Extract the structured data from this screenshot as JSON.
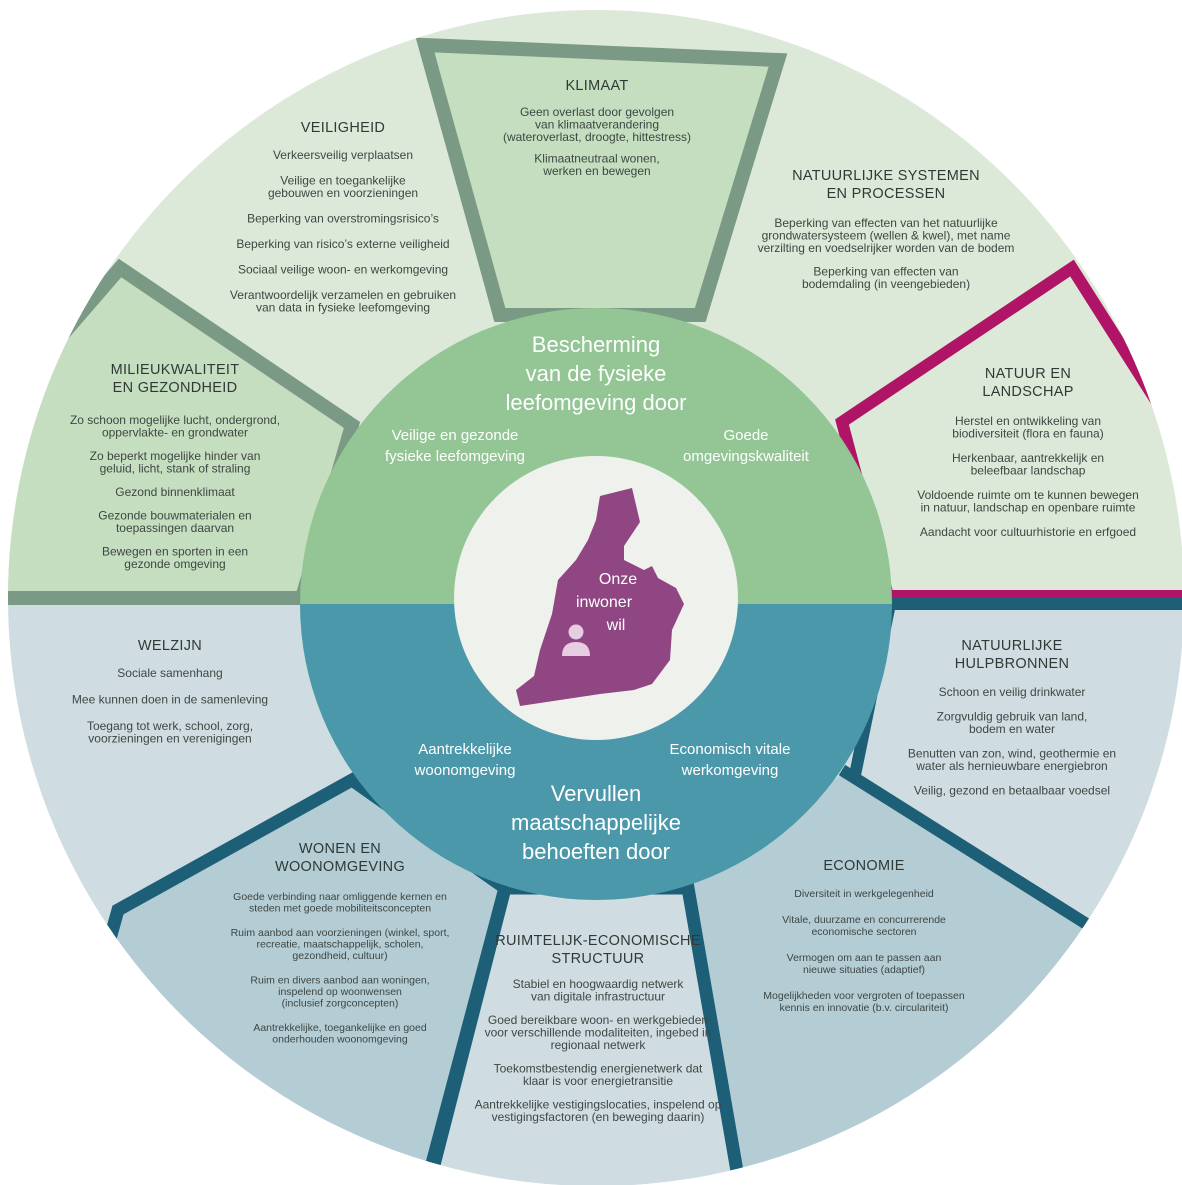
{
  "colors": {
    "green_light": "#dde9d8",
    "green_mid": "#c4dcbd",
    "green_border": "#7a9a85",
    "green_inner": "#93c595",
    "blue_light": "#cfdde2",
    "blue_mid": "#b2cbd3",
    "blue_border": "#1c5f76",
    "blue_inner": "#4a98aa",
    "magenta_border": "#b01467",
    "purple_map": "#8f4683",
    "core_bg": "#eef1ec"
  },
  "center": {
    "text": [
      "Onze",
      "inwoner",
      "wil"
    ],
    "icon": "person-icon"
  },
  "top_ring": {
    "title": [
      "Bescherming",
      "van de fysieke",
      "leefomgeving door"
    ],
    "left": [
      "Veilige en gezonde",
      "fysieke leefomgeving"
    ],
    "right": [
      "Goede",
      "omgevingskwaliteit"
    ]
  },
  "bottom_ring": {
    "title": [
      "Vervullen",
      "maatschappelijke",
      "behoeften door"
    ],
    "left": [
      "Aantrekkelijke",
      "woonomgeving"
    ],
    "right": [
      "Economisch vitale",
      "werkomgeving"
    ]
  },
  "segments": {
    "klimaat": {
      "title": [
        "KLIMAAT"
      ],
      "items": [
        [
          "Geen overlast door gevolgen",
          "van klimaatverandering",
          "(wateroverlast, droogte, hittestress)"
        ],
        [
          "Klimaatneutraal wonen,",
          "werken en bewegen"
        ]
      ]
    },
    "natuurlijke_systemen": {
      "title": [
        "NATUURLIJKE SYSTEMEN",
        "EN PROCESSEN"
      ],
      "items": [
        [
          "Beperking van effecten van het natuurlijke",
          "grondwatersysteem (wellen & kwel), met name",
          "verzilting en voedselrijker worden van de bodem"
        ],
        [
          "Beperking van effecten van",
          "bodemdaling (in veengebieden)"
        ]
      ]
    },
    "natuur_landschap": {
      "title": [
        "NATUUR EN",
        "LANDSCHAP"
      ],
      "items": [
        [
          "Herstel en ontwikkeling van",
          "biodiversiteit (flora en fauna)"
        ],
        [
          "Herkenbaar, aantrekkelijk en",
          "beleefbaar landschap"
        ],
        [
          "Voldoende ruimte om te kunnen bewegen",
          "in natuur, landschap en openbare ruimte"
        ],
        [
          "Aandacht voor cultuurhistorie en erfgoed"
        ]
      ]
    },
    "natuurlijke_hulpbronnen": {
      "title": [
        "NATUURLIJKE",
        "HULPBRONNEN"
      ],
      "items": [
        [
          "Schoon en veilig drinkwater"
        ],
        [
          "Zorgvuldig gebruik van land,",
          "bodem en water"
        ],
        [
          "Benutten van zon, wind, geothermie en",
          "water als hernieuwbare energiebron"
        ],
        [
          "Veilig, gezond en betaalbaar voedsel"
        ]
      ]
    },
    "economie": {
      "title": [
        "ECONOMIE"
      ],
      "items": [
        [
          "Diversiteit in werkgelegenheid"
        ],
        [
          "Vitale, duurzame en concurrerende",
          "economische sectoren"
        ],
        [
          "Vermogen om aan te passen aan",
          "nieuwe situaties (adaptief)"
        ],
        [
          "Mogelijkheden voor vergroten of toepassen",
          "kennis en innovatie (b.v. circulariteit)"
        ]
      ]
    },
    "ruimtelijk_economische": {
      "title": [
        "RUIMTELIJK-ECONOMISCHE",
        "STRUCTUUR"
      ],
      "items": [
        [
          "Stabiel en hoogwaardig netwerk",
          "van digitale infrastructuur"
        ],
        [
          "Goed bereikbare woon- en werkgebieden",
          "voor verschillende modaliteiten, ingebed in",
          "regionaal netwerk"
        ],
        [
          "Toekomstbestendig energienetwerk dat",
          "klaar is voor energietransitie"
        ],
        [
          "Aantrekkelijke vestigingslocaties, inspelend op",
          "vestigingsfactoren (en beweging daarin)"
        ]
      ]
    },
    "wonen": {
      "title": [
        "WONEN EN",
        "WOONOMGEVING"
      ],
      "items": [
        [
          "Goede verbinding naar omliggende kernen en",
          "steden met goede mobiliteitsconcepten"
        ],
        [
          "Ruim aanbod aan voorzieningen (winkel, sport,",
          "recreatie, maatschappelijk, scholen,",
          "gezondheid, cultuur)"
        ],
        [
          "Ruim en divers aanbod aan woningen,",
          "inspelend op woonwensen",
          "(inclusief zorgconcepten)"
        ],
        [
          "Aantrekkelijke, toegankelijke en goed",
          "onderhouden woonomgeving"
        ]
      ]
    },
    "welzijn": {
      "title": [
        "WELZIJN"
      ],
      "items": [
        [
          "Sociale samenhang"
        ],
        [
          "Mee kunnen doen in de samenleving"
        ],
        [
          "Toegang tot werk, school, zorg,",
          "voorzieningen en verenigingen"
        ]
      ]
    },
    "milieukwaliteit": {
      "title": [
        "MILIEUKWALITEIT",
        "EN GEZONDHEID"
      ],
      "items": [
        [
          "Zo schoon mogelijke lucht, ondergrond,",
          "oppervlakte- en grondwater"
        ],
        [
          "Zo beperkt mogelijke hinder van",
          "geluid, licht, stank of straling"
        ],
        [
          "Gezond binnenklimaat"
        ],
        [
          "Gezonde bouwmaterialen en",
          "toepassingen daarvan"
        ],
        [
          "Bewegen en sporten in een",
          "gezonde omgeving"
        ]
      ]
    },
    "veiligheid": {
      "title": [
        "VEILIGHEID"
      ],
      "items": [
        [
          "Verkeersveilig verplaatsen"
        ],
        [
          "Veilige en toegankelijke",
          "gebouwen en voorzieningen"
        ],
        [
          "Beperking van overstromingsrisico’s"
        ],
        [
          "Beperking van risico’s externe veiligheid"
        ],
        [
          "Sociaal veilige woon- en werkomgeving"
        ],
        [
          "Verantwoordelijk verzamelen en gebruiken",
          "van data in fysieke leefomgeving"
        ]
      ]
    }
  }
}
